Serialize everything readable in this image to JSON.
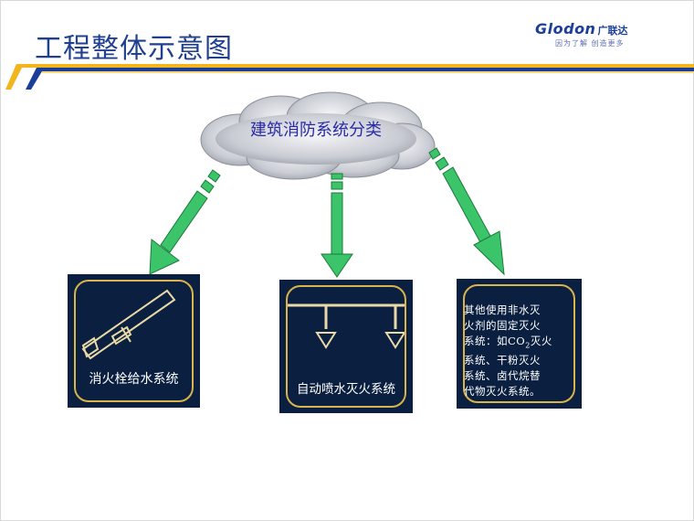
{
  "slide": {
    "title": "工程整体示意图"
  },
  "logo": {
    "wordmark": "Glodon",
    "cn_name": "广联达",
    "slogan": "因为了解  创造更多"
  },
  "cloud": {
    "label": "建筑消防系统分类"
  },
  "boxes": {
    "hydrant": {
      "label": "消火栓给水系统"
    },
    "sprinkler": {
      "label": "自动喷水灭火系统"
    },
    "other": {
      "line1": "其他使用非水灭",
      "line2": "火剂的固定灭火",
      "line3_prefix": "系统：如CO",
      "line3_sub": "2",
      "line3_suffix": "灭火",
      "line4": "系统、干粉灭火",
      "line5": "系统、卤代烷替",
      "line6": "代物灭火系统。"
    }
  },
  "colors": {
    "title": "#1f3f8f",
    "box_bg": "#0b2040",
    "box_border": "#d8b44a",
    "arrow_fill": "#3cc46a",
    "band_yellow": "#f2b51c",
    "band_blue": "#1a3e9a"
  }
}
